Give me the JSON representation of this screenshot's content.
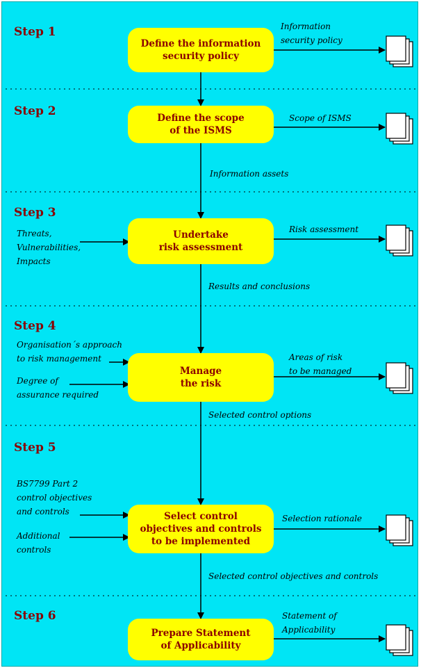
{
  "steps": [
    {
      "label": "Step 1",
      "box": "Define the information\nsecurity policy",
      "output": "Information\nsecurity policy"
    },
    {
      "label": "Step 2",
      "box": "Define the scope\nof the ISMS",
      "output": "Scope of ISMS"
    },
    {
      "label": "Step 3",
      "box": "Undertake\nrisk assessment",
      "output": "Risk assessment"
    },
    {
      "label": "Step 4",
      "box": "Manage\nthe risk",
      "output": "Areas of risk\nto be managed"
    },
    {
      "label": "Step 5",
      "box": "Select control\nobjectives and controls\nto be implemented",
      "output": "Selection rationale"
    },
    {
      "label": "Step 6",
      "box": "Prepare Statement\nof Applicability",
      "output": "Statement of\nApplicability"
    }
  ],
  "flows": {
    "information_assets": "Information assets",
    "results_and_conclusions": "Results and conclusions",
    "selected_control_options": "Selected control options",
    "selected_control_objectives": "Selected control objectives and controls"
  },
  "inputs": {
    "threats": "Threats,\nVulnerabilities,\nImpacts",
    "org_approach": "Organisation´s approach\nto risk management",
    "degree_assurance": "Degree of\nassurance required",
    "bs7799": "BS7799 Part 2\ncontrol objectives\nand controls",
    "additional": "Additional\ncontrols"
  },
  "icons": {
    "document_stack": "document-stack-icon"
  },
  "colors": {
    "background": "#00e5f5",
    "box_fill": "#ffff00",
    "step_text": "#8b0000"
  }
}
